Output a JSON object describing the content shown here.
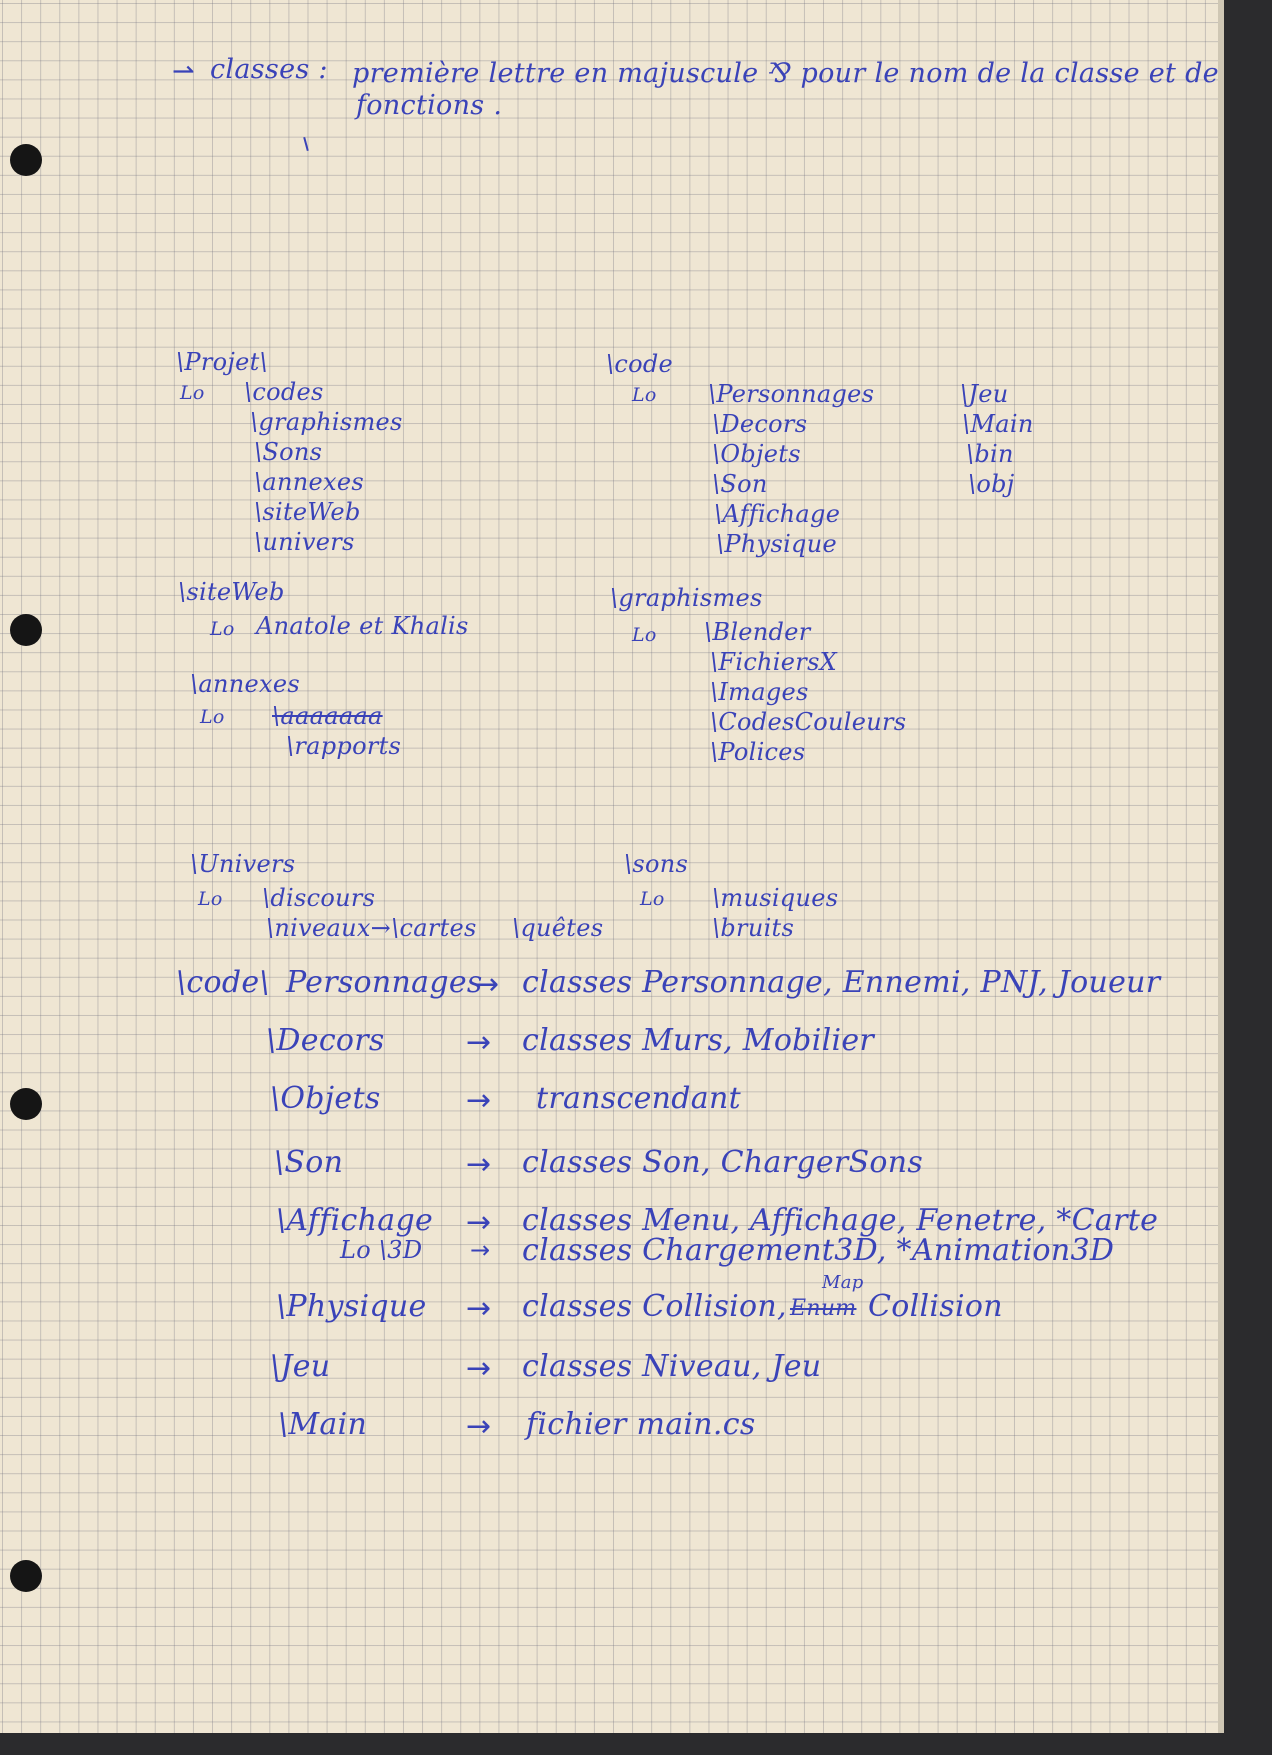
{
  "header": {
    "arrow": "⇀",
    "label": "classes :",
    "line1": "première lettre en majuscule ⅋ pour le nom de la classe et des",
    "line2": "fonctions ."
  },
  "tree": {
    "sub": "Lo",
    "projet": {
      "root": "\\Projet\\",
      "items": [
        "\\codes",
        "\\graphismes",
        "\\Sons",
        "\\annexes",
        "\\siteWeb",
        "\\univers"
      ]
    },
    "code": {
      "root": "\\code",
      "items": [
        "\\Personnages",
        "\\Decors",
        "\\Objets",
        "\\Son",
        "\\Affichage",
        "\\Physique"
      ],
      "items2": [
        "\\Jeu",
        "\\Main",
        "\\bin",
        "\\obj"
      ]
    },
    "siteweb": {
      "root": "\\siteWeb",
      "item": "Anatole et Khalis"
    },
    "annexes": {
      "root": "\\annexes",
      "struck": "\\aaaaaaa",
      "item": "\\rapports"
    },
    "graphismes": {
      "root": "\\graphismes",
      "items": [
        "\\Blender",
        "\\FichiersX",
        "\\Images",
        "\\CodesCouleurs",
        "\\Polices"
      ]
    },
    "univers": {
      "root": "\\Univers",
      "item1": "\\discours",
      "item2": "\\niveaux→\\cartes",
      "item3": "\\quêtes"
    },
    "sons": {
      "root": "\\sons",
      "items": [
        "\\musiques",
        "\\bruits"
      ]
    }
  },
  "mapping": {
    "prefix": "\\code\\",
    "arrow": "→",
    "rows": [
      {
        "folder": "Personnages",
        "target": "classes Personnage, Ennemi, PNJ, Joueur"
      },
      {
        "folder": "\\Decors",
        "target": "classes Murs, Mobilier"
      },
      {
        "folder": "\\Objets",
        "target": "transcendant"
      },
      {
        "folder": "\\Son",
        "target": "classes Son, ChargerSons"
      },
      {
        "folder": "\\Affichage",
        "target": "classes Menu, Affichage, Fenetre, *Carte"
      },
      {
        "folder": "Lo \\3D",
        "target": "classes Chargement3D, *Animation3D"
      },
      {
        "folder": "\\Physique",
        "target": "classes Collision, "
      },
      {
        "folder": "\\Jeu",
        "target": "classes Niveau, Jeu"
      },
      {
        "folder": "\\Main",
        "target": "fichier main.cs"
      }
    ],
    "physique_strike": "Enum",
    "physique_insert": "Map",
    "physique_tail": "Collision"
  },
  "colors": {
    "ink": "#3a43b8",
    "paper": "#efe6d3",
    "grid": "#8a8a9a",
    "hole": "#151515",
    "background_edge": "#2b2b2d"
  }
}
